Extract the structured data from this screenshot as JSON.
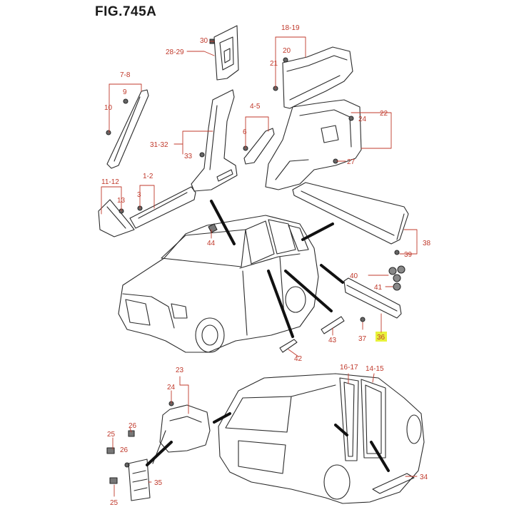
{
  "figure": {
    "title": "FIG.745A"
  },
  "colors": {
    "label": "#c0392b",
    "line": "#2b2b2b",
    "leader": "#c0392b",
    "highlight": "#e8f23a"
  },
  "labels": {
    "l1_2": "1-2",
    "l3": "3",
    "l4_5": "4-5",
    "l6": "6",
    "l7_8": "7-8",
    "l9": "9",
    "l10": "10",
    "l11_12": "11-12",
    "l13": "13",
    "l14_15": "14-15",
    "l16_17": "16-17",
    "l18_19": "18-19",
    "l20": "20",
    "l21": "21",
    "l22": "22",
    "l23": "23",
    "l24a": "24",
    "l24b": "24",
    "l25a": "25",
    "l25b": "25",
    "l26": "26",
    "l27": "27",
    "l28_29": "28-29",
    "l30": "30",
    "l31_32": "31-32",
    "l33": "33",
    "l34": "34",
    "l35": "35",
    "l36": "36",
    "l37": "37",
    "l38": "38",
    "l39": "39",
    "l40": "40",
    "l41": "41",
    "l42": "42",
    "l43": "43",
    "l44": "44"
  }
}
